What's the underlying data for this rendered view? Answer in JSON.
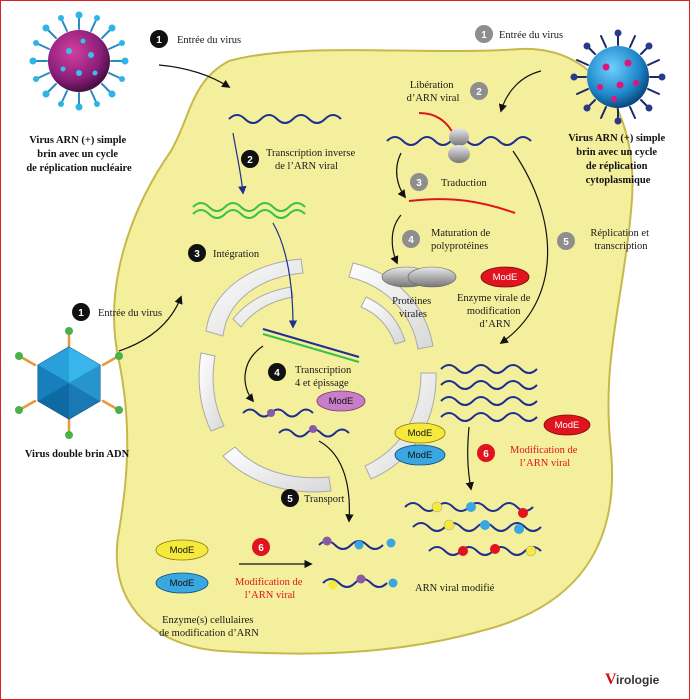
{
  "labels": {
    "entry_left": "Entrée du virus",
    "entry_right": "Entrée du virus",
    "entry_dna": "Entrée du virus",
    "virus_rna_nuclear": [
      "Virus ARN (+) simple",
      "brin avec un cycle",
      "de réplication nucléaire"
    ],
    "virus_rna_cyto": [
      "Virus ARN (+) simple",
      "brin avec un cycle",
      "de réplication",
      "cytoplasmique"
    ],
    "virus_dna": "Virus double brin ADN",
    "reverse_transcription": [
      "Transcription inverse",
      "de l’ARN viral"
    ],
    "integration": "Intégration",
    "transcription_splicing": [
      "Transcription",
      "et épissage"
    ],
    "transport": "Transport",
    "release": [
      "Libération",
      "d’ARN viral"
    ],
    "translation": "Traduction",
    "maturation": [
      "Maturation de",
      "polyprotéines"
    ],
    "replication": [
      "Réplication et",
      "transcription"
    ],
    "viral_proteins": [
      "Protéines",
      "virales"
    ],
    "viral_enzyme": [
      "Enzyme virale de",
      "modification",
      "d’ARN"
    ],
    "modification_right": [
      "Modification de",
      "l’ARN viral"
    ],
    "modification_bottom": [
      "Modification de",
      "l’ARN viral"
    ],
    "modified_rna": "ARN viral modifié",
    "cell_enzymes": [
      "Enzyme(s) cellulaires",
      "de modification d’ARN"
    ],
    "mode": "ModE",
    "logo_initial": "V",
    "logo_rest": "irologie"
  },
  "step_numbers": {
    "n1": "1",
    "n2": "2",
    "n3": "3",
    "n4": "4",
    "n5": "5",
    "n6": "6"
  },
  "colors": {
    "cell": "#f4ef9c",
    "cell_border": "#c8b84a",
    "black_step": "#111111",
    "grey_step": "#8e8e8e",
    "red_step": "#e0141e",
    "rna": "#1f2f8f",
    "dna_green": "#38c04a",
    "rna_red": "#e0141e",
    "mode_yellow": "#f5ea3c",
    "mode_blue": "#3aa7e0",
    "mode_red": "#e0141e",
    "mode_pink": "#c77ec7"
  }
}
